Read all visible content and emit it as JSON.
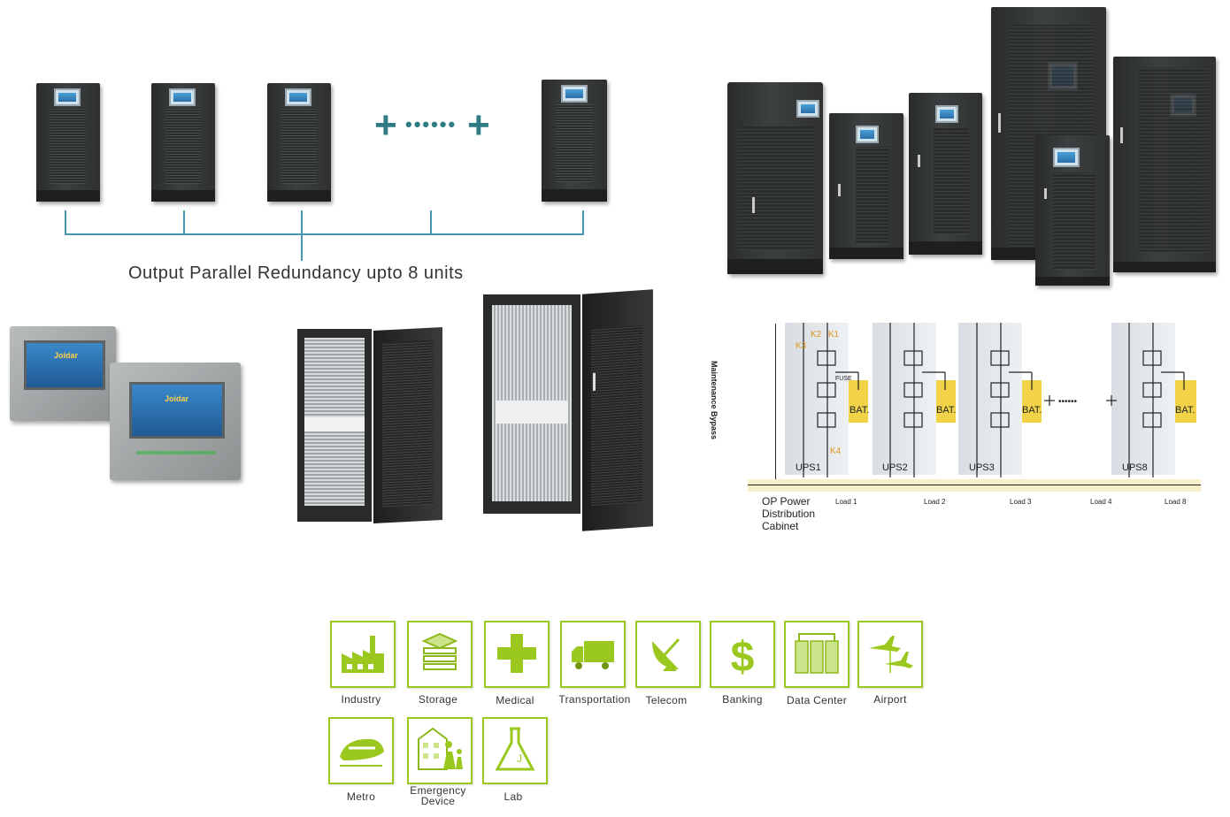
{
  "parallel": {
    "caption": "Output Parallel Redundancy upto 8 units"
  },
  "schematic": {
    "bypass_label": "Maintenance Bypass",
    "units": [
      {
        "name": "UPS1",
        "load": "Load 1"
      },
      {
        "name": "UPS2",
        "load": "Load 2"
      },
      {
        "name": "UPS3",
        "load": "Load 3"
      },
      {
        "name": "UPS8",
        "load": "Load 8"
      }
    ],
    "extra_load": "Load 4",
    "battery": "BAT.",
    "fuse": "FUSE",
    "switches": [
      "K1",
      "K2",
      "K3",
      "K4"
    ],
    "cabinet_label": [
      "OP Power",
      "Distribution",
      "Cabinet"
    ],
    "panel_brand": "Joidar"
  },
  "applications": [
    {
      "label": "Industry",
      "icon": "factory-icon"
    },
    {
      "label": "Storage",
      "icon": "storage-icon"
    },
    {
      "label": "Medical",
      "icon": "medical-cross-icon"
    },
    {
      "label": "Transportation",
      "icon": "truck-icon"
    },
    {
      "label": "Telecom",
      "icon": "satellite-dish-icon"
    },
    {
      "label": "Banking",
      "icon": "dollar-icon"
    },
    {
      "label": "Data Center",
      "icon": "server-rack-icon"
    },
    {
      "label": "Airport",
      "icon": "airplane-icon"
    },
    {
      "label": "Metro",
      "icon": "train-icon"
    },
    {
      "label": "Emergency\nDevice",
      "label_lines": [
        "Emergency",
        "Device"
      ],
      "icon": "building-people-icon"
    },
    {
      "label": "Lab",
      "icon": "flask-icon"
    }
  ],
  "colors": {
    "accent_green": "#9ac81e",
    "bus_blue": "#4a95b0",
    "battery_yellow": "#f2d348",
    "switch_orange": "#e0951e"
  }
}
